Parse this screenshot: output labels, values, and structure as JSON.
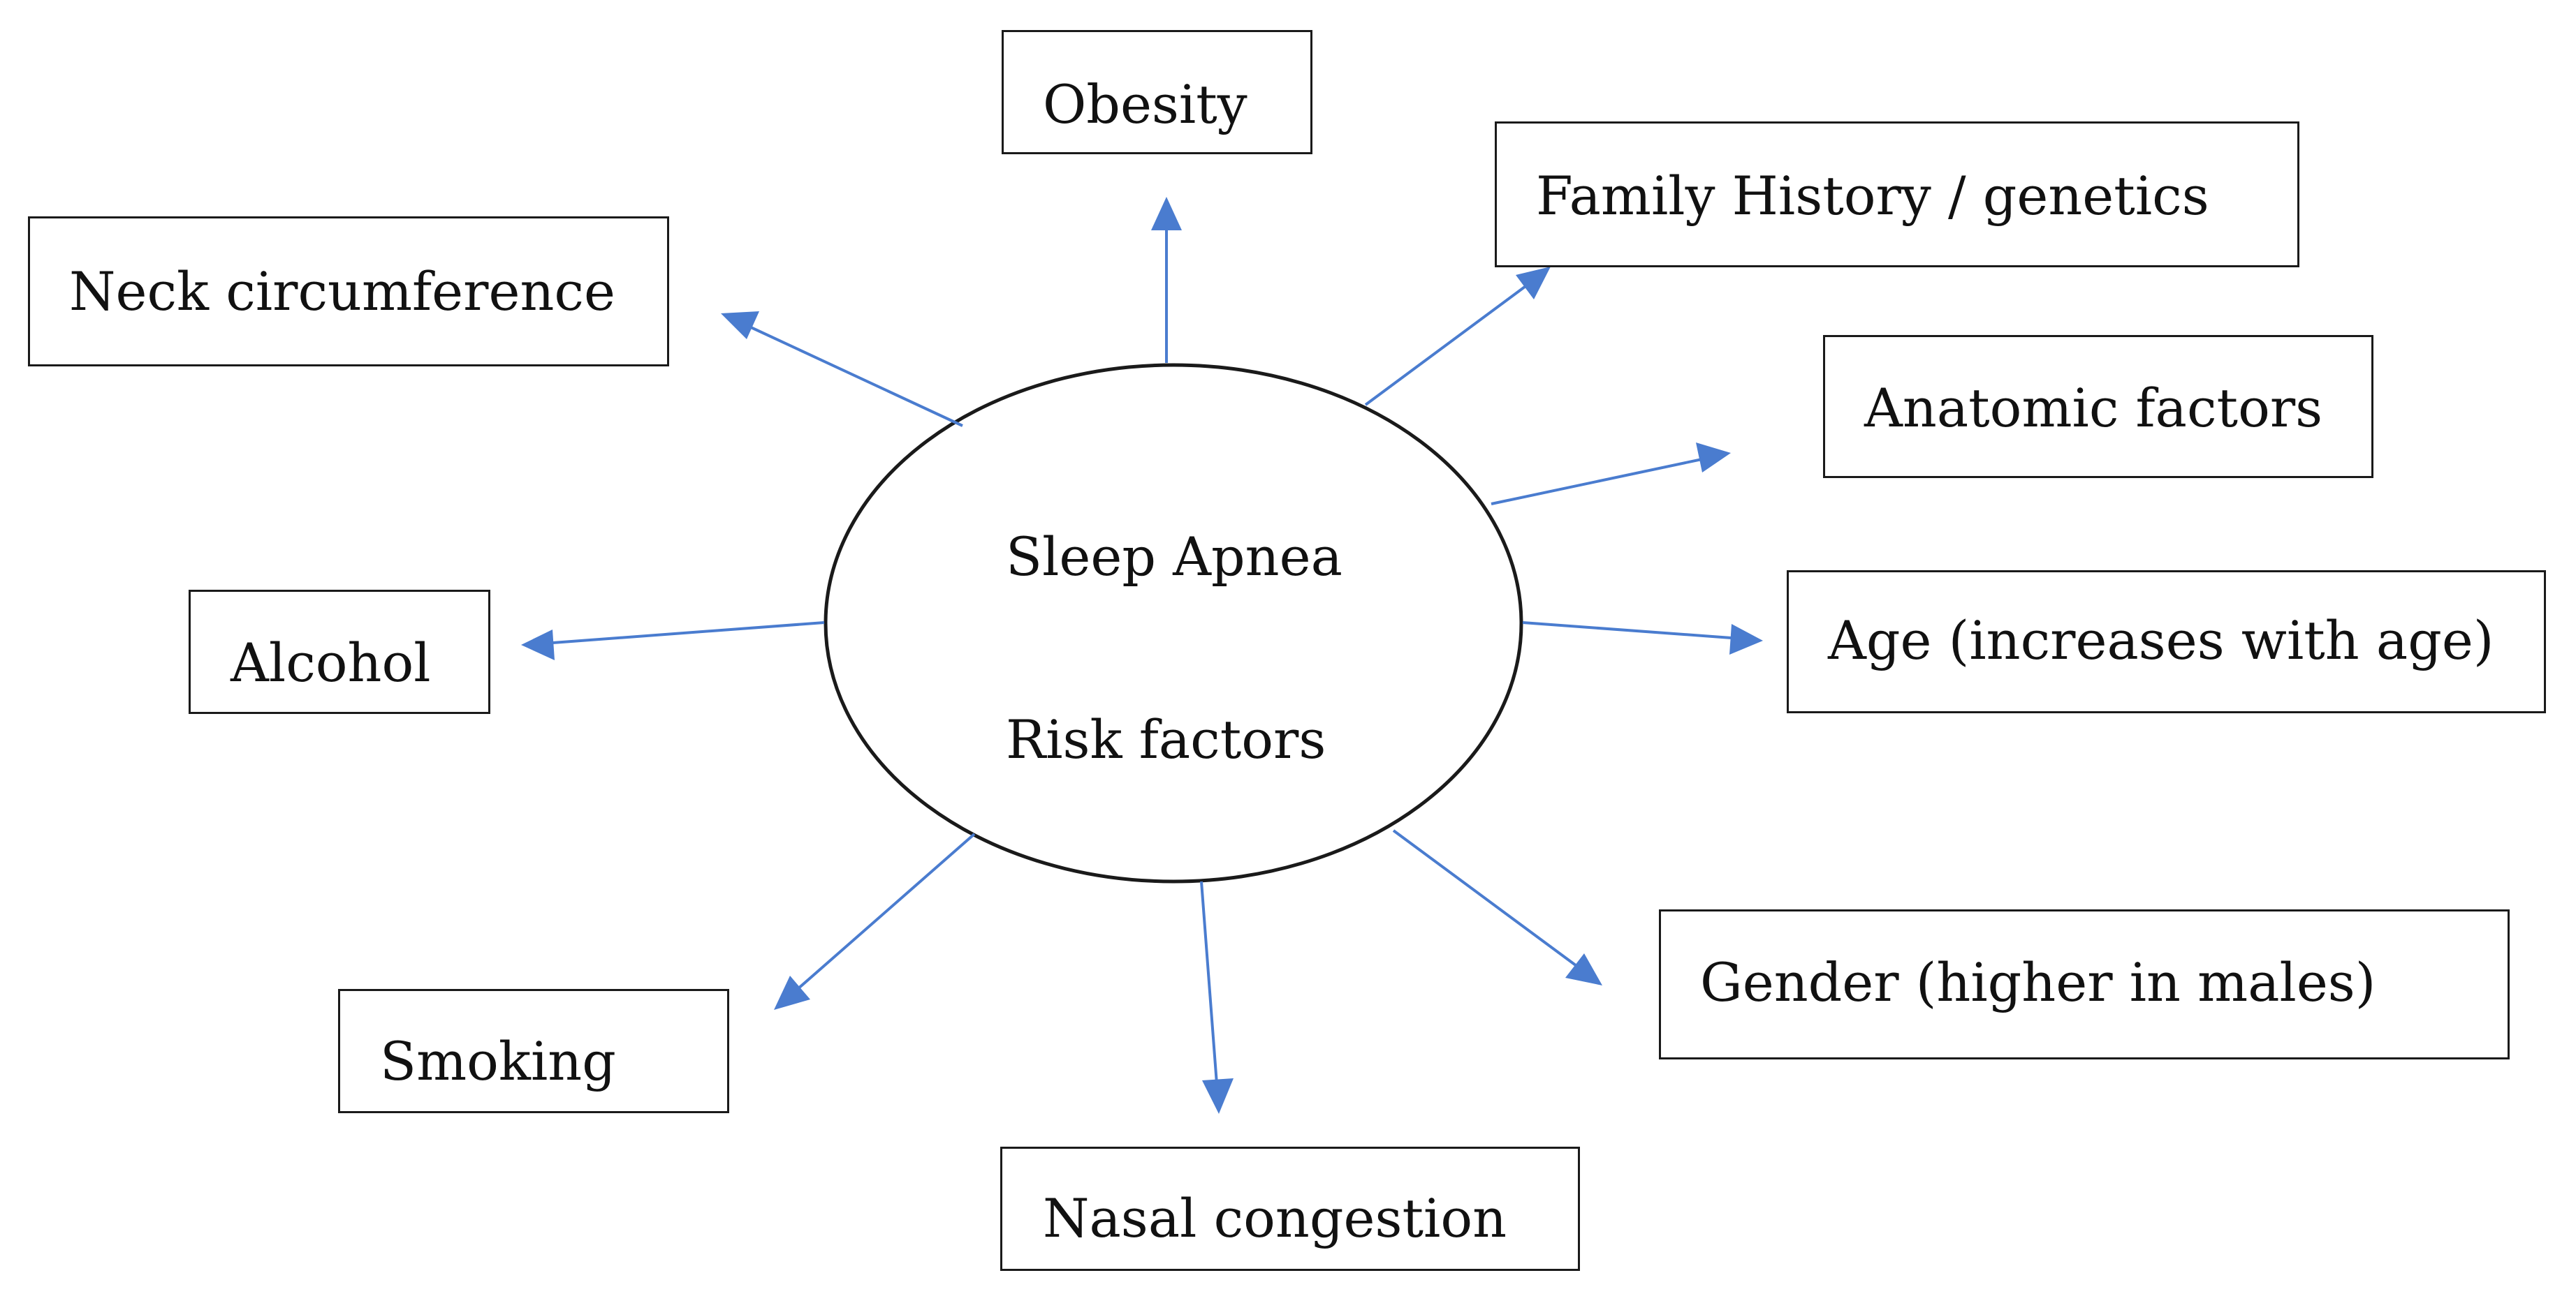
{
  "center": {
    "line1": "Sleep Apnea",
    "line2": "Risk factors"
  },
  "factors": {
    "obesity": "Obesity",
    "family_history": "Family History / genetics",
    "neck": "Neck circumference",
    "anatomic": "Anatomic factors",
    "alcohol": "Alcohol",
    "age": "Age (increases with age)",
    "gender": "Gender (higher in males)",
    "smoking": "Smoking",
    "nasal": "Nasal congestion"
  },
  "colors": {
    "arrow": "#4a7ccf",
    "outline": "#1a1a1a"
  }
}
